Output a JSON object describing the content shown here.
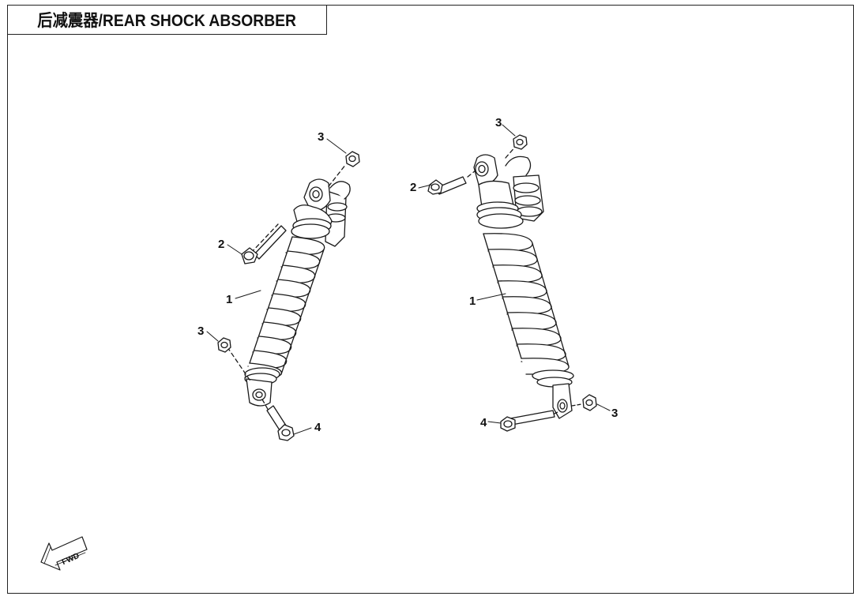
{
  "header": {
    "title": "后减震器/REAR SHOCK ABSORBER"
  },
  "fwd_indicator": {
    "label": "FWD"
  },
  "callouts": {
    "left_assembly": {
      "shock": "1",
      "upper_bolt": "2",
      "upper_nut": "3",
      "lower_nut": "3",
      "lower_bolt": "4"
    },
    "right_assembly": {
      "shock": "1",
      "upper_bolt": "2",
      "upper_nut": "3",
      "lower_nut": "3",
      "lower_bolt": "4"
    }
  },
  "colors": {
    "line": "#1a1a1a",
    "fill": "#ffffff"
  }
}
